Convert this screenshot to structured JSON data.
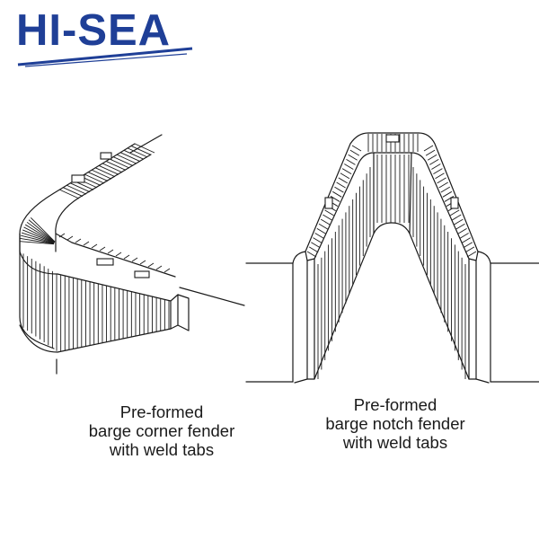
{
  "brand": {
    "name": "HI-SEA",
    "color": "#1f3f97"
  },
  "figures": [
    {
      "caption": [
        "Pre-formed",
        "barge corner fender",
        "with weld tabs"
      ]
    },
    {
      "caption": [
        "Pre-formed",
        "barge notch fender",
        "with weld tabs"
      ]
    }
  ],
  "colors": {
    "line": "#1a1a1a",
    "background": "#ffffff"
  }
}
